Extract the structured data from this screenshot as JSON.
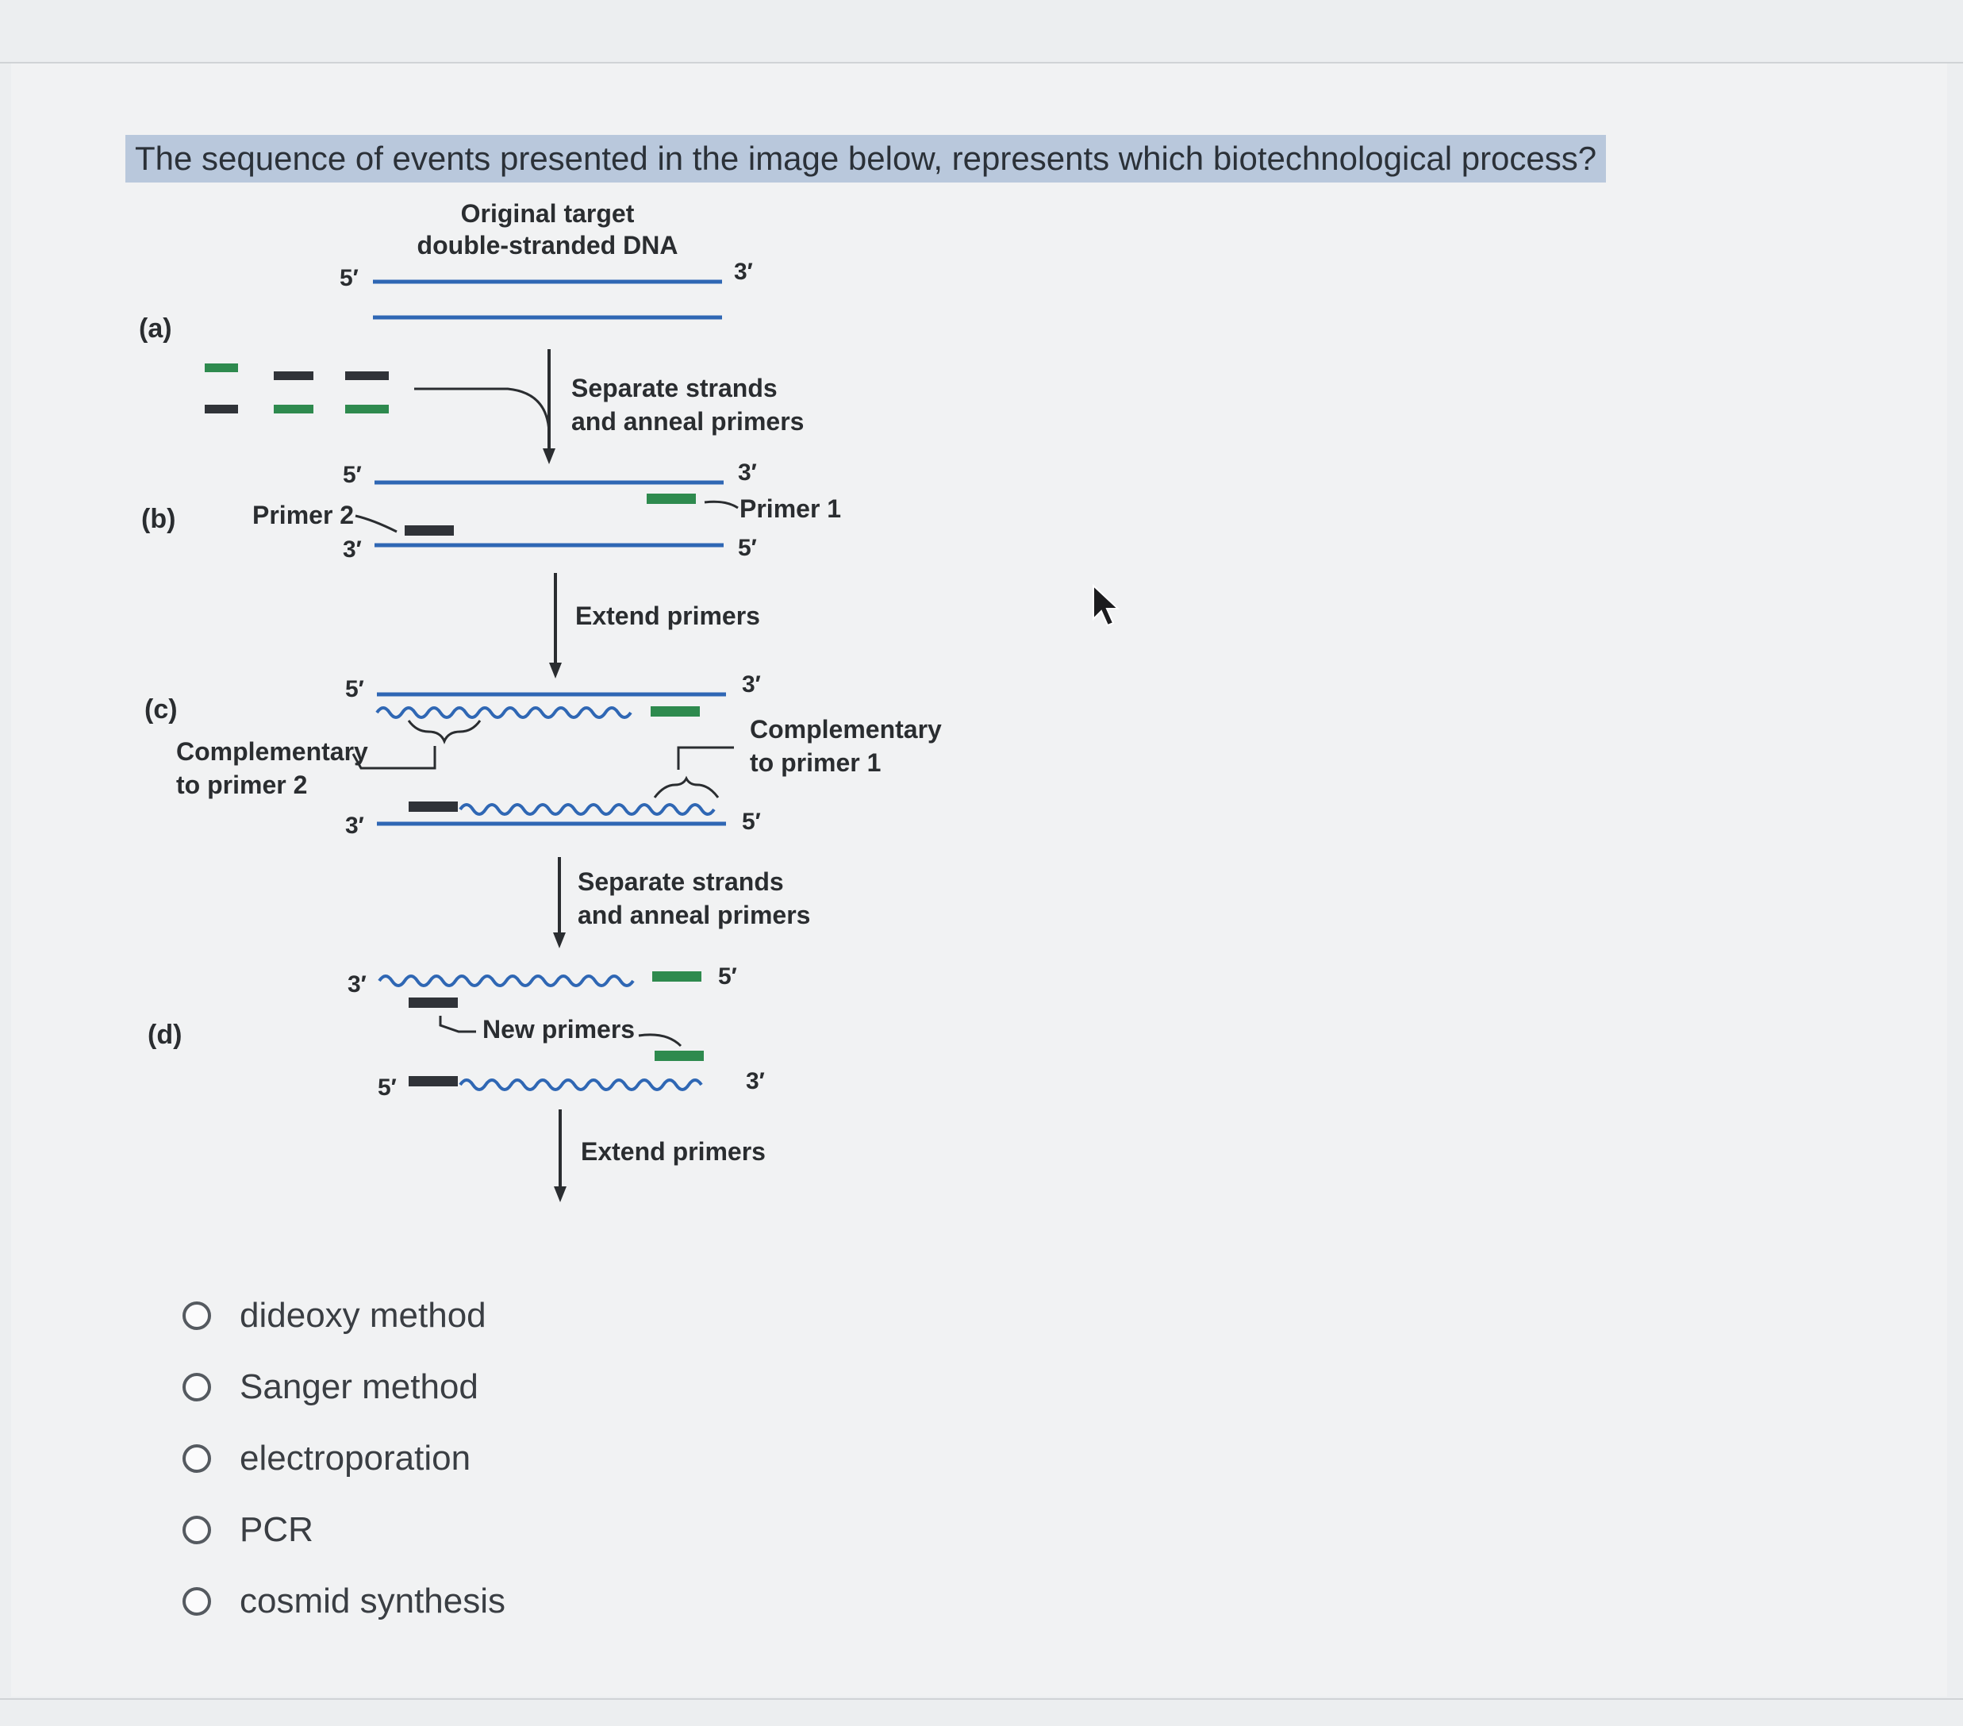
{
  "question": {
    "text": "The sequence of events presented in the image below, represents which biotechnological process?"
  },
  "diagram": {
    "step_labels": [
      "(a)",
      "(b)",
      "(c)",
      "(d)"
    ],
    "original_target": [
      "Original target",
      "double-stranded DNA"
    ],
    "separate_anneal": [
      "Separate strands",
      "and anneal primers"
    ],
    "extend_primers": "Extend primers",
    "primer1": "Primer 1",
    "primer2": "Primer 2",
    "complementary_primer2": [
      "Complementary",
      "to primer 2"
    ],
    "complementary_primer1": [
      "Complementary",
      "to primer 1"
    ],
    "new_primers": "New primers",
    "end5": "5′",
    "end3": "3′"
  },
  "options": [
    {
      "label": "dideoxy method",
      "selected": false
    },
    {
      "label": "Sanger method",
      "selected": false
    },
    {
      "label": "electroporation",
      "selected": false
    },
    {
      "label": "PCR",
      "selected": false
    },
    {
      "label": "cosmid synthesis",
      "selected": false
    }
  ],
  "colors": {
    "strand": "#2f67b4",
    "primer_green": "#2e8a4e",
    "primer_dark": "#303338"
  }
}
